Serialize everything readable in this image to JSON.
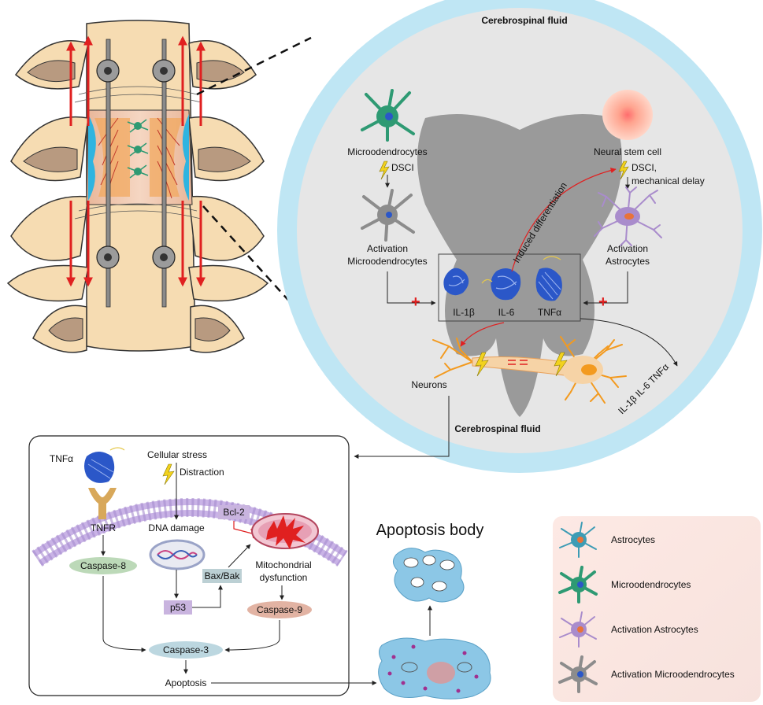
{
  "spinal_section": {
    "csf_top": "Cerebrospinal fluid",
    "csf_bottom": "Cerebrospinal fluid",
    "microglia": "Microodendrocytes",
    "microglia_trigger": "DSCI",
    "activated_microglia_line1": "Activation",
    "activated_microglia_line2": "Microodendrocytes",
    "nsc": "Neural stem cell",
    "nsc_trigger_line1": "DSCI,",
    "nsc_trigger_line2": "mechanical delay",
    "activated_astro_line1": "Activation",
    "activated_astro_line2": "Astrocytes",
    "induced": "Induced differentiation",
    "cytokines": [
      "IL-1β",
      "IL-6",
      "TNFα"
    ],
    "cytokines_out": "IL-1β IL-6 TNFα",
    "neurons": "Neurons"
  },
  "apoptosis_panel": {
    "tnfa": "TNFα",
    "cellular_stress": "Cellular stress",
    "distraction": "Distraction",
    "tnfr": "TNFR",
    "dna_damage": "DNA damage",
    "bcl2": "Bcl-2",
    "caspase8": "Caspase-8",
    "bax_bak": "Bax/Bak",
    "mito_line1": "Mitochondrial",
    "mito_line2": "dysfunction",
    "p53": "p53",
    "caspase9": "Caspase-9",
    "caspase3": "Caspase-3",
    "apoptosis": "Apoptosis"
  },
  "apoptosis_body": "Apoptosis body",
  "legend": [
    {
      "label": "Astrocytes",
      "color": "#3d9cb5"
    },
    {
      "label": "Microodendrocytes",
      "color": "#2e9a73"
    },
    {
      "label": "Activation Astrocytes",
      "color": "#a98ccc"
    },
    {
      "label": "Activation Microodendrocytes",
      "color": "#8c8c8c"
    }
  ],
  "colors": {
    "csf": "#bfe6f4",
    "gray_matter": "#9a9a9a",
    "white_matter": "#e8e8e8",
    "arrow_red": "#e02020",
    "bone": "#f6dcb2",
    "legend_bg": "#fbe9e3"
  }
}
